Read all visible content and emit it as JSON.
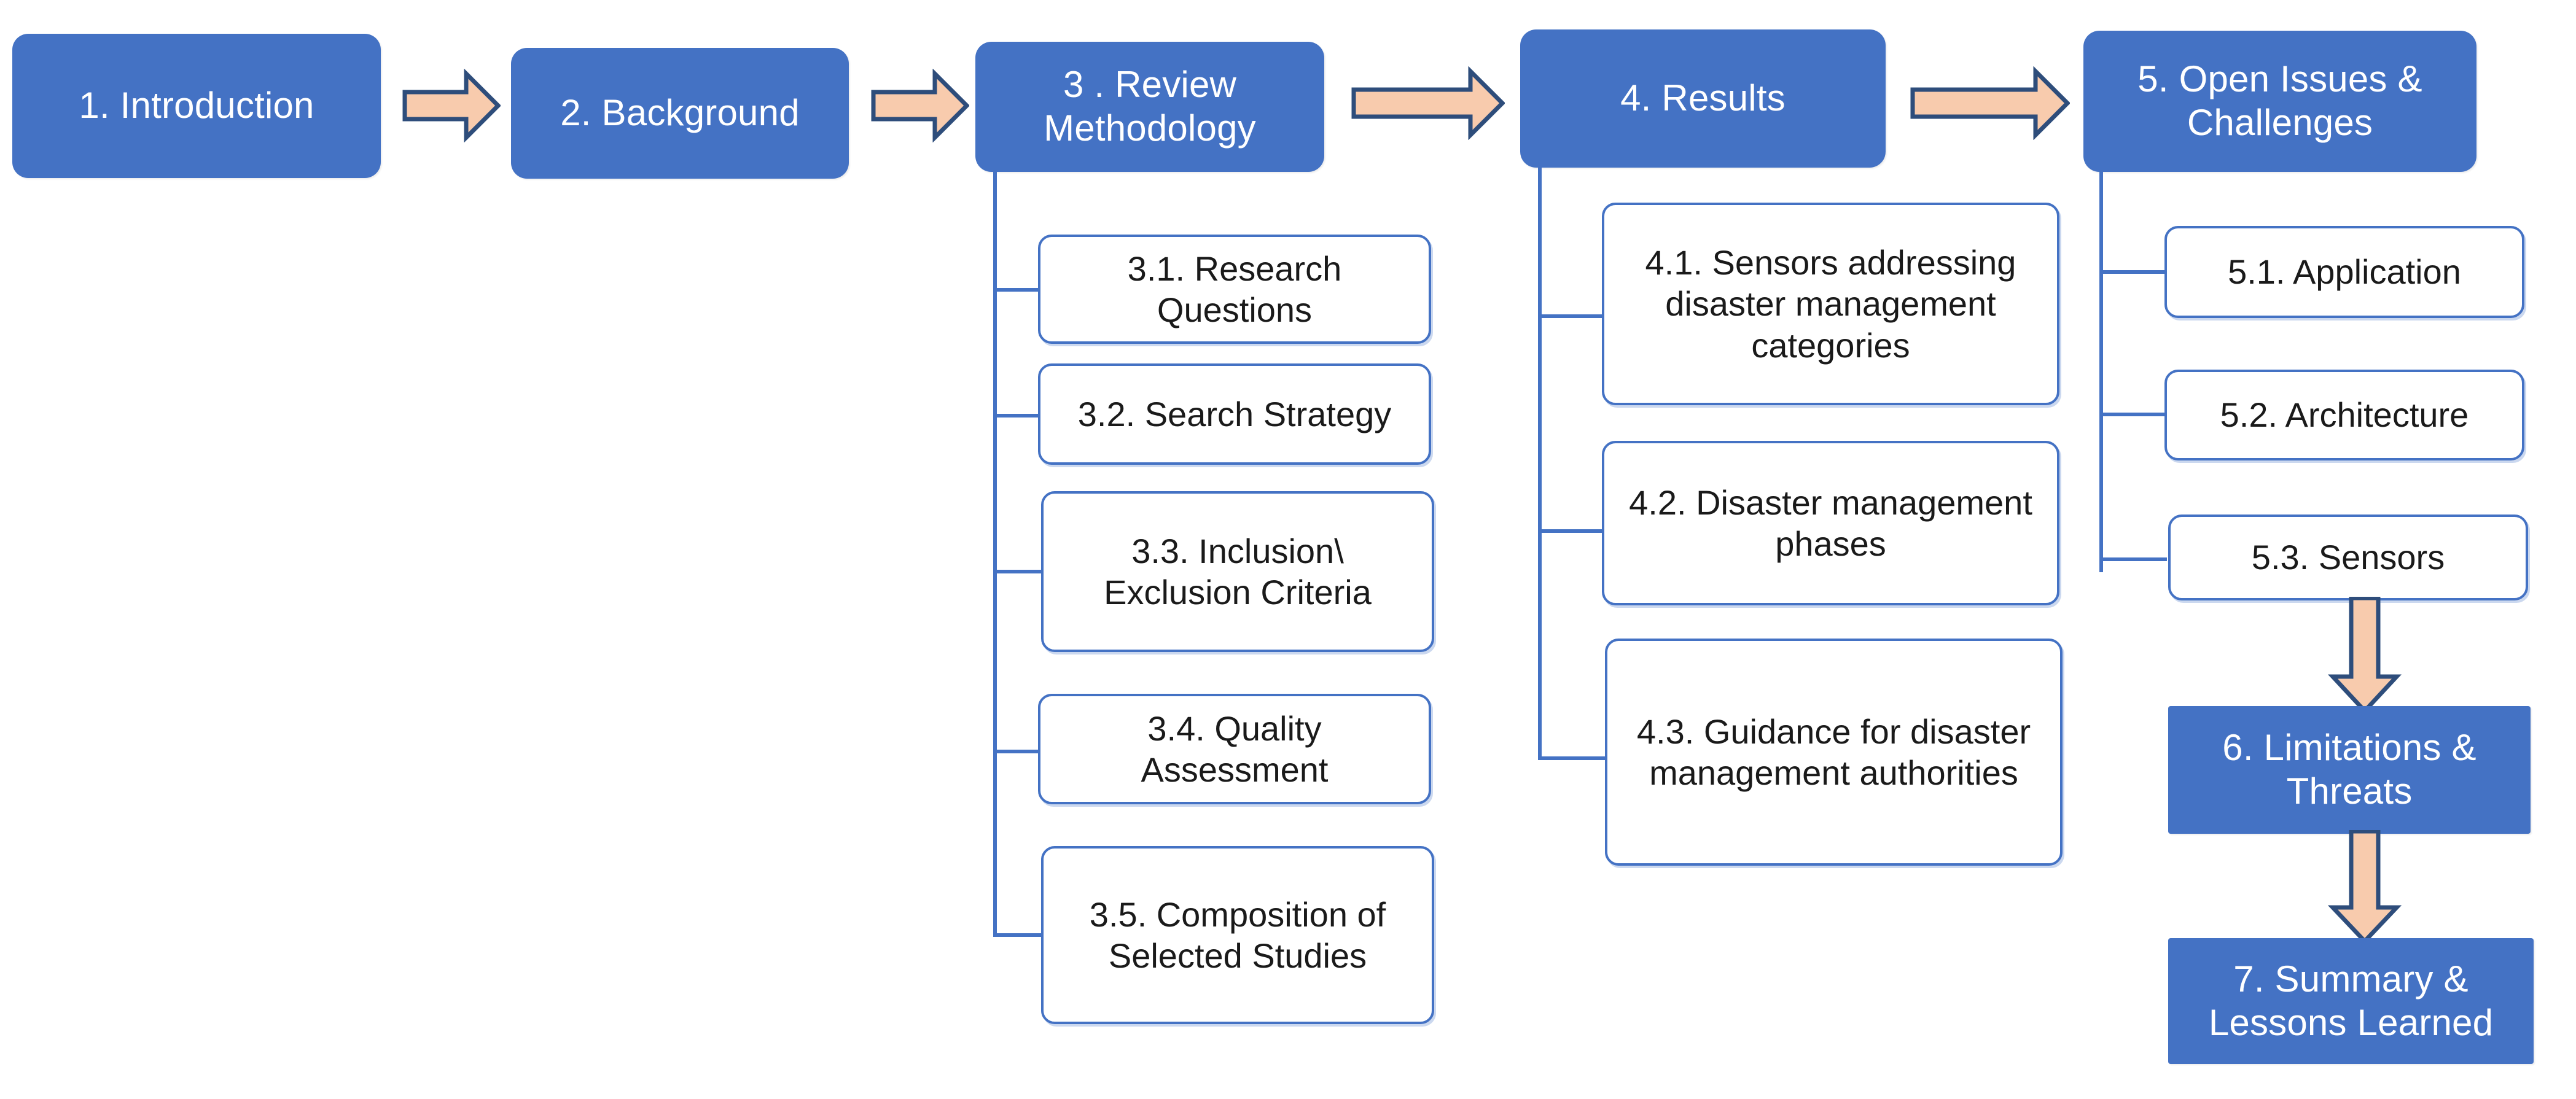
{
  "diagram": {
    "type": "flowchart",
    "title": "Paper structure / survey roadmap",
    "colors": {
      "box_fill": "#4472C4",
      "box_text": "#FFFFFF",
      "sub_box_fill": "#FFFFFF",
      "sub_box_border": "#4472C4",
      "sub_box_text": "#1A1A1A",
      "arrow_fill": "#F8CBAD",
      "arrow_border": "#2E4D7B",
      "connector": "#4472C4",
      "background": "#FFFFFF"
    }
  },
  "main_nodes": [
    {
      "id": "n1",
      "label": "1. Introduction"
    },
    {
      "id": "n2",
      "label": "2. Background"
    },
    {
      "id": "n3",
      "label": "3 . Review Methodology"
    },
    {
      "id": "n4",
      "label": "4. Results"
    },
    {
      "id": "n5",
      "label": "5.  Open Issues & Challenges"
    },
    {
      "id": "n6",
      "label": "6. Limitations & Threats"
    },
    {
      "id": "n7",
      "label": "7. Summary & Lessons Learned"
    }
  ],
  "sub_nodes": {
    "n3": [
      {
        "id": "n3_1",
        "label": "3.1. Research Questions"
      },
      {
        "id": "n3_2",
        "label": "3.2. Search Strategy"
      },
      {
        "id": "n3_3",
        "label": "3.3. Inclusion\\ Exclusion Criteria"
      },
      {
        "id": "n3_4",
        "label": "3.4. Quality Assessment"
      },
      {
        "id": "n3_5",
        "label": "3.5. Composition of Selected Studies"
      }
    ],
    "n4": [
      {
        "id": "n4_1",
        "label": "4.1. Sensors addressing disaster management categories"
      },
      {
        "id": "n4_2",
        "label": "4.2. Disaster management phases"
      },
      {
        "id": "n4_3",
        "label": "4.3. Guidance for disaster management authorities"
      }
    ],
    "n5": [
      {
        "id": "n5_1",
        "label": "5.1. Application"
      },
      {
        "id": "n5_2",
        "label": "5.2. Architecture"
      },
      {
        "id": "n5_3",
        "label": "5.3. Sensors"
      }
    ]
  },
  "arrows": [
    {
      "id": "a1",
      "from": "1. Introduction",
      "to": "2. Background",
      "direction": "right"
    },
    {
      "id": "a2",
      "from": "2. Background",
      "to": "3 . Review Methodology",
      "direction": "right"
    },
    {
      "id": "a3",
      "from": "3 . Review Methodology",
      "to": "4. Results",
      "direction": "right"
    },
    {
      "id": "a4",
      "from": "4. Results",
      "to": "5.  Open Issues & Challenges",
      "direction": "right"
    },
    {
      "id": "a5",
      "from": "5.3. Sensors",
      "to": "6. Limitations & Threats",
      "direction": "down"
    },
    {
      "id": "a6",
      "from": "6. Limitations & Threats",
      "to": "7. Summary & Lessons Learned",
      "direction": "down"
    }
  ]
}
